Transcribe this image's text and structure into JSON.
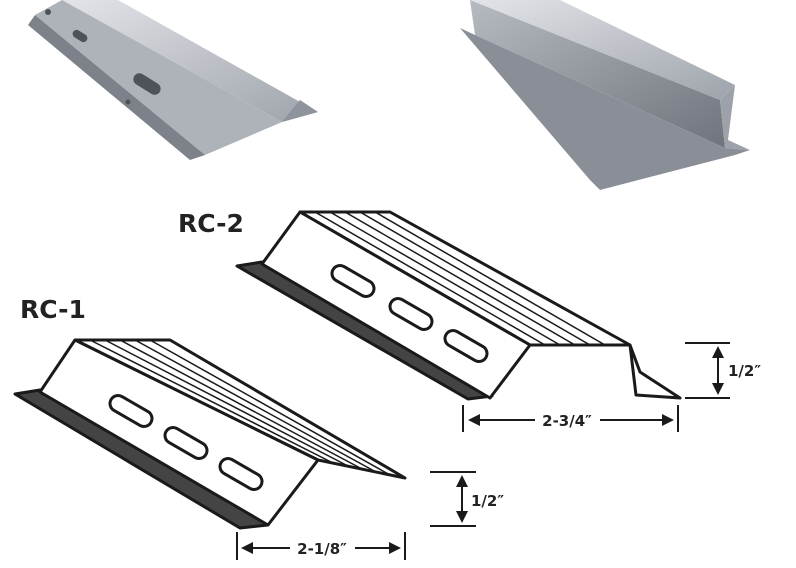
{
  "title_rc2": "RC-2",
  "title_rc1": "RC-1",
  "rc2": {
    "width": "2-3/4″",
    "height": "1/2″"
  },
  "rc1": {
    "width": "2-1/8″",
    "height": "1/2″"
  },
  "colors": {
    "metal_light": "#c9ccd2",
    "metal_mid": "#9ea3ab",
    "metal_dark": "#6f747c",
    "line": "#1a1a1a"
  }
}
